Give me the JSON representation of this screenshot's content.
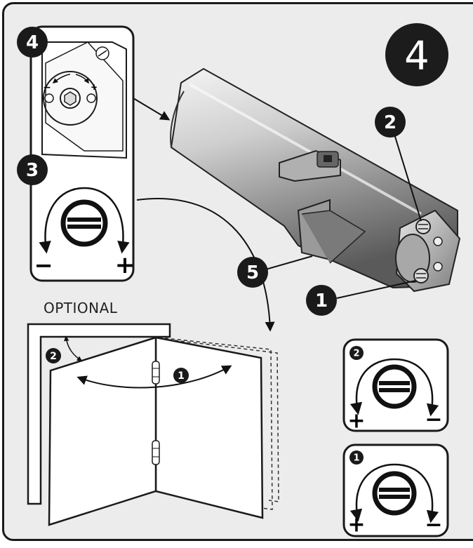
{
  "step": {
    "number": "4"
  },
  "callouts": {
    "c1": "1",
    "c2": "2",
    "c3": "3",
    "c4": "4",
    "c5": "5"
  },
  "optional_label": "OPTIONAL",
  "panel_34": {
    "minus": "−",
    "plus": "+",
    "small_minus": "−",
    "small_plus": "+"
  },
  "door": {
    "angle_1": "1",
    "angle_2": "2"
  },
  "panel_2": {
    "badge": "2",
    "plus": "+",
    "minus": "−"
  },
  "panel_1": {
    "badge": "1",
    "plus": "+",
    "minus": "−"
  }
}
